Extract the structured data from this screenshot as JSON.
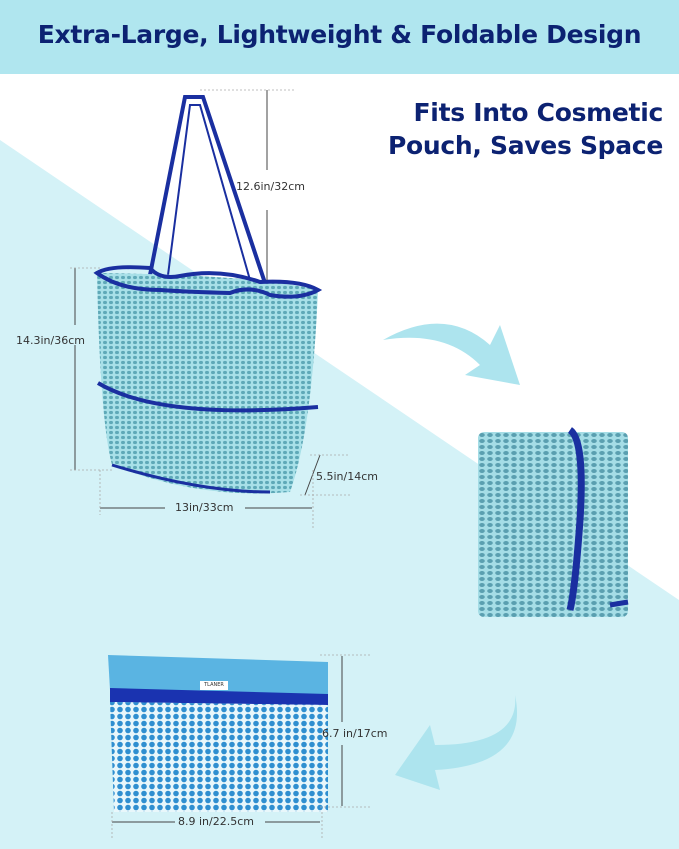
{
  "header": {
    "title": "Extra-Large, Lightweight & Foldable Design",
    "bg_color": "#b0e6ef",
    "text_color": "#0c2272"
  },
  "subheading": {
    "line1": "Fits Into Cosmetic",
    "line2": "Pouch, Saves Space"
  },
  "tote_bag": {
    "dimensions": {
      "handle_height": "12.6in/32cm",
      "bag_height": "14.3in/36cm",
      "depth": "5.5in/14cm",
      "width": "13in/33cm"
    },
    "colors": {
      "mesh": "#9fdde6",
      "trim": "#1a2fa0"
    }
  },
  "folded_bag": {
    "colors": {
      "mesh": "#8fd3de",
      "trim": "#1a2fa0"
    }
  },
  "pouch": {
    "label": "TLANER",
    "dimensions": {
      "height": "6.7 in/17cm",
      "width": "8.9 in/22.5cm"
    },
    "colors": {
      "top": "#5ab4e2",
      "band": "#1a33b0",
      "mesh": "#3da6d8"
    }
  },
  "arrows": [
    {
      "name": "arrow-tote-to-folded",
      "direction": "down-right"
    },
    {
      "name": "arrow-folded-to-pouch",
      "direction": "down-left"
    }
  ],
  "background": {
    "stripe_color": "#d4f2f7",
    "arrow_color": "#ade4ee"
  }
}
